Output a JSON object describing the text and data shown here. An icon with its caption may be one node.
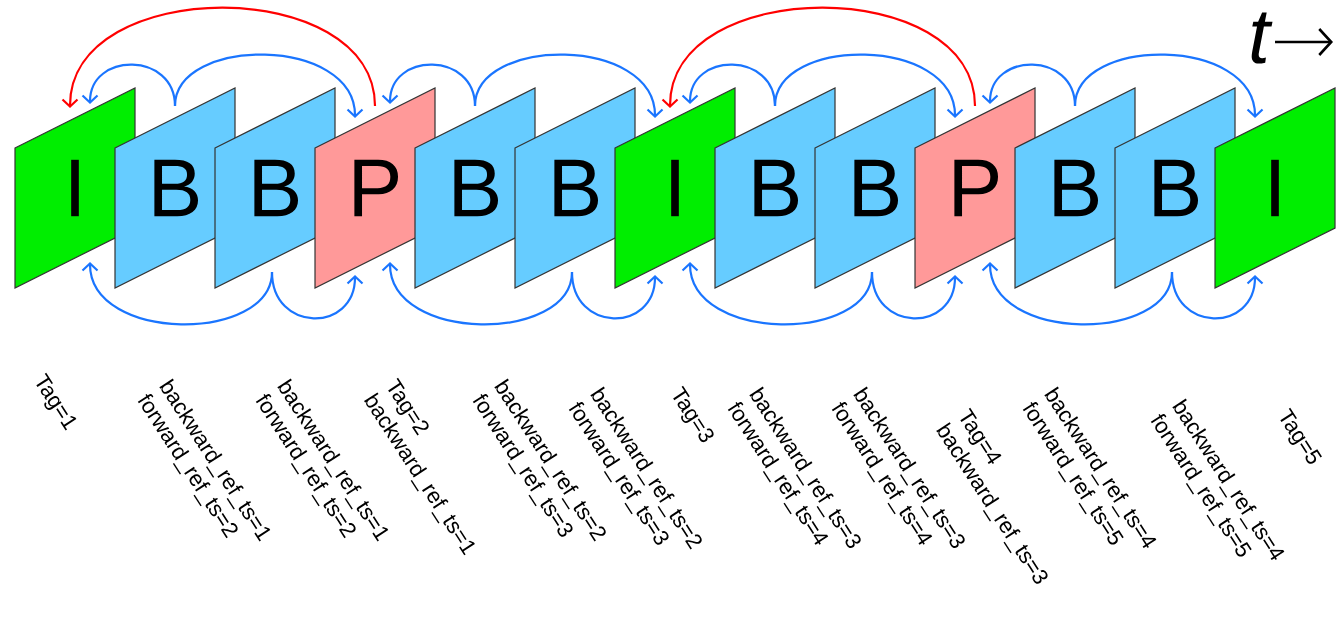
{
  "diagram": {
    "nodes": [
      {
        "text": [
          "I"
        ]
      },
      {
        "text": [
          "B"
        ]
      },
      {
        "text": [
          "B"
        ]
      },
      {
        "text": [
          "P"
        ]
      },
      {
        "text": [
          "B"
        ]
      },
      {
        "text": [
          "B"
        ]
      },
      {
        "text": [
          "I"
        ]
      },
      {
        "text": [
          "B"
        ]
      },
      {
        "text": [
          "B"
        ]
      },
      {
        "text": [
          "P"
        ]
      },
      {
        "text": [
          "B"
        ]
      },
      {
        "text": [
          "B"
        ]
      },
      {
        "text": [
          "I"
        ]
      }
    ],
    "edges": [
      {
        "from": 1,
        "to": 0,
        "arrow": "to"
      },
      {
        "from": 1,
        "to": 3,
        "arrow": "to"
      },
      {
        "from": 4,
        "to": 3,
        "arrow": "to"
      },
      {
        "from": 4,
        "to": 6,
        "arrow": "to"
      },
      {
        "from": 2,
        "to": 0,
        "arrow": "to"
      },
      {
        "from": 2,
        "to": 3,
        "arrow": "to"
      },
      {
        "from": 5,
        "to": 3,
        "arrow": "to"
      },
      {
        "from": 5,
        "to": 6,
        "arrow": "to"
      },
      {
        "from": 3,
        "to": 0,
        "arrow": "to",
        "color": "#ff0000"
      },
      {
        "from": 7,
        "to": 6,
        "arrow": "to"
      },
      {
        "from": 7,
        "to": 9,
        "arrow": "to"
      },
      {
        "from": 10,
        "to": 9,
        "arrow": "to"
      },
      {
        "from": 10,
        "to": 12,
        "arrow": "to"
      },
      {
        "from": 8,
        "to": 6,
        "arrow": "to"
      },
      {
        "from": 8,
        "to": 9,
        "arrow": "to"
      },
      {
        "from": 11,
        "to": 9,
        "arrow": "to"
      },
      {
        "from": 11,
        "to": 12,
        "arrow": "to"
      },
      {
        "from": 9,
        "to": 6,
        "arrow": "to",
        "color": "#ff0000"
      }
    ],
    "labels": [
      "t",
      "Tag=1",
      "backward_ref_ts=1",
      "forward_ref_ts=2",
      "backward_ref_ts=1",
      "forward_ref_ts=2",
      "Tag=2",
      "backward_ref_ts=1",
      "backward_ref_ts=2",
      "forward_ref_ts=3",
      "backward_ref_ts=2",
      "forward_ref_ts=3",
      "Tag=3",
      "backward_ref_ts=3",
      "forward_ref_ts=4",
      "backward_ref_ts=3",
      "forward_ref_ts=4",
      "Tag=4",
      "backward_ref_ts=3",
      "backward_ref_ts=4",
      "forward_ref_ts=5",
      "backward_ref_ts=4",
      "forward_ref_ts=5",
      "Tag=5"
    ]
  }
}
